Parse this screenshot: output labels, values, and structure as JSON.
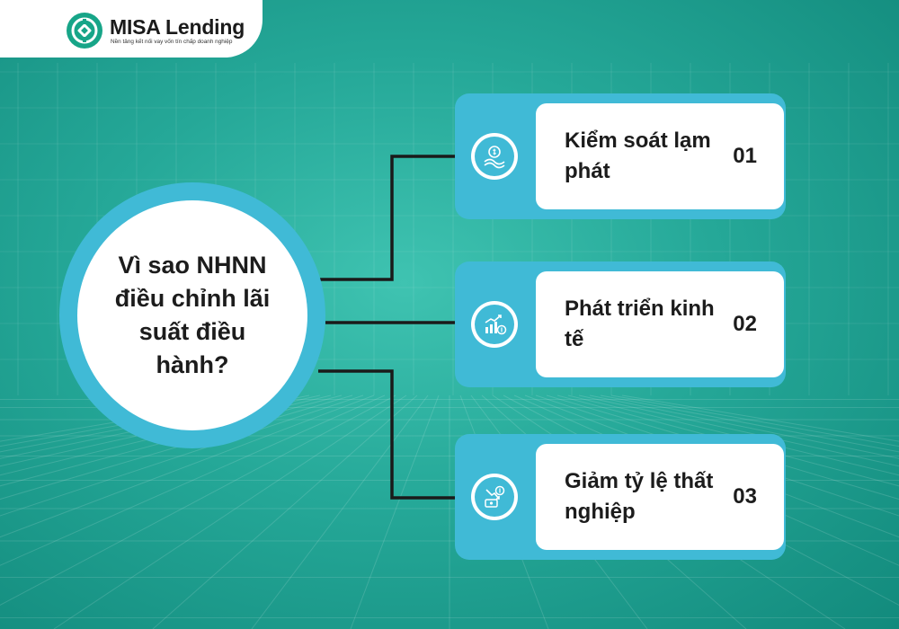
{
  "brand": {
    "name": "MISA Lending",
    "tagline": "Nền tảng kết nối vay vốn tín chấp doanh nghiệp",
    "color": "#17a588"
  },
  "question": "Vì sao NHNN điều chỉnh lãi suất điều hành?",
  "reasons": [
    {
      "text": "Kiểm soát lạm phát",
      "number": "01",
      "icon": "coin-growth-icon"
    },
    {
      "text": "Phát triển kinh tế",
      "number": "02",
      "icon": "growth-chart-icon"
    },
    {
      "text": "Giảm tỷ lệ thất nghiệp",
      "number": "03",
      "icon": "money-decline-icon"
    }
  ],
  "colors": {
    "background": "#25a898",
    "accent": "#40bad6",
    "connector": "#1a1a1a",
    "card": "#ffffff",
    "text": "#1c1c1c"
  }
}
